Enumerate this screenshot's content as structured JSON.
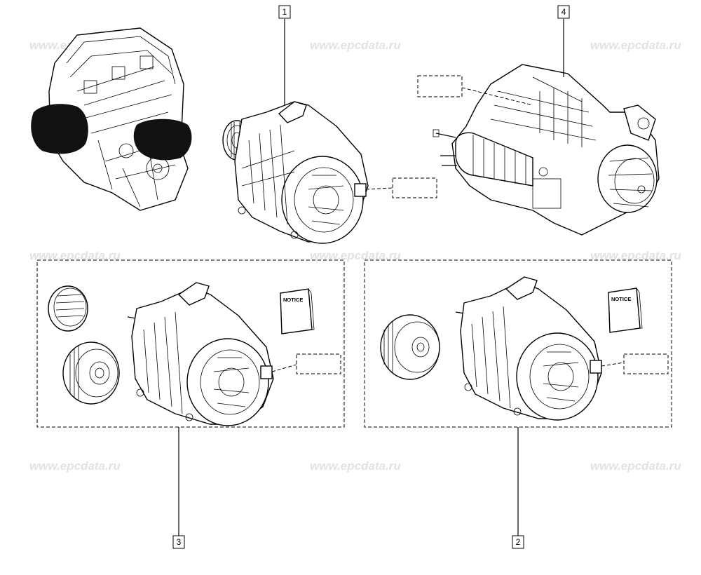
{
  "watermark": "www.epcdata.ru",
  "callouts": [
    {
      "id": "1",
      "label": "1"
    },
    {
      "id": "2",
      "label": "2"
    },
    {
      "id": "3",
      "label": "3"
    },
    {
      "id": "4",
      "label": "4"
    }
  ],
  "notice_label": "NOTICE",
  "colors": {
    "line": "#000000",
    "watermark": "#e2e2e2",
    "background": "#ffffff"
  }
}
